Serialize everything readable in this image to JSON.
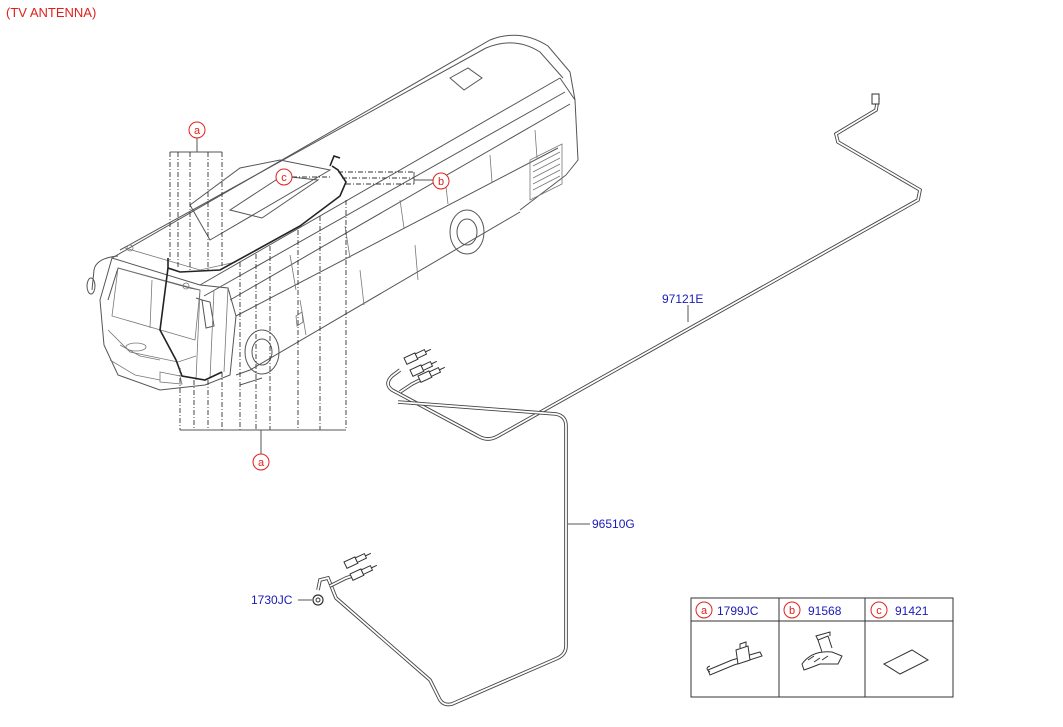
{
  "title": "(TV ANTENNA)",
  "callouts": {
    "a": "a",
    "b": "b",
    "c": "c"
  },
  "parts": {
    "antenna_cable": "97121E",
    "extension_cable": "96510G",
    "clip": "1730JC"
  },
  "legend": {
    "cells": [
      {
        "ref": "a",
        "part": "1799JC"
      },
      {
        "ref": "b",
        "part": "91568"
      },
      {
        "ref": "c",
        "part": "91421"
      }
    ]
  },
  "colors": {
    "label_red": "#e0201a",
    "part_blue": "#1a1ab8"
  }
}
